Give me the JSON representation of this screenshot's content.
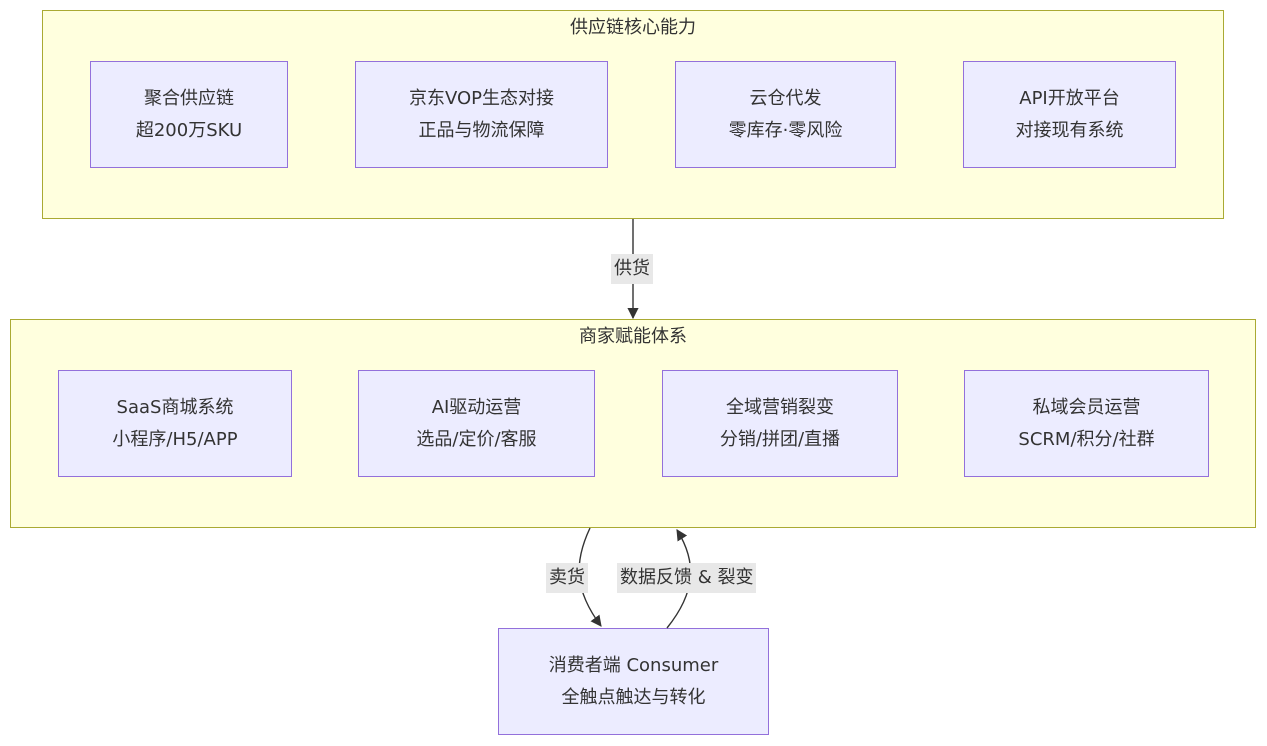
{
  "clusters": {
    "supply": {
      "title": "供应链核心能力",
      "nodes": [
        {
          "line1": "聚合供应链",
          "line2": "超200万SKU"
        },
        {
          "line1": "京东VOP生态对接",
          "line2": "正品与物流保障"
        },
        {
          "line1": "云仓代发",
          "line2": "零库存·零风险"
        },
        {
          "line1": "API开放平台",
          "line2": "对接现有系统"
        }
      ]
    },
    "merchant": {
      "title": "商家赋能体系",
      "nodes": [
        {
          "line1": "SaaS商城系统",
          "line2": "小程序/H5/APP"
        },
        {
          "line1": "AI驱动运营",
          "line2": "选品/定价/客服"
        },
        {
          "line1": "全域营销裂变",
          "line2": "分销/拼团/直播"
        },
        {
          "line1": "私域会员运营",
          "line2": "SCRM/积分/社群"
        }
      ]
    }
  },
  "consumer": {
    "line1": "消费者端 Consumer",
    "line2": "全触点触达与转化"
  },
  "edges": {
    "supply_to_merchant": "供货",
    "merchant_to_consumer": "卖货",
    "consumer_to_merchant": "数据反馈 & 裂变"
  },
  "colors": {
    "cluster_fill": "#ffffde",
    "cluster_border": "#aaaa33",
    "node_fill": "#ececff",
    "node_border": "#9370db",
    "edge": "#333333",
    "label_bg": "#e8e8e8"
  }
}
